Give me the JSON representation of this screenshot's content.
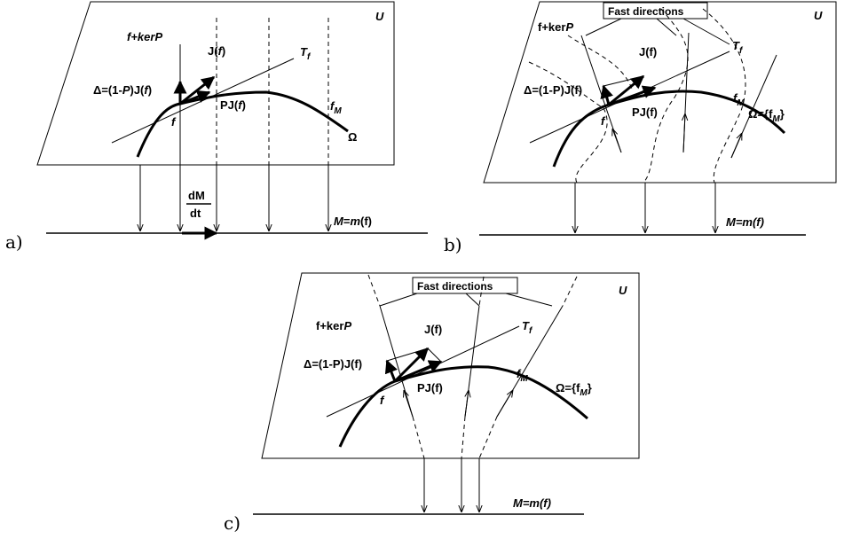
{
  "panel_a": {
    "tag": "a)",
    "space_label": "U",
    "fiber_label": "f+ker",
    "fiber_label_P": "P",
    "tangent_label": "T",
    "tangent_sub": "f",
    "j_label_pre": "J(",
    "j_label_f": "f",
    "j_label_post": ")",
    "delta_label_pre": "Δ=(1-",
    "delta_label_P": "P",
    "delta_label_post": ")J(",
    "delta_label_f": "f",
    "delta_label_end": ")",
    "pj_label_pre": "PJ(",
    "pj_label_f": "f",
    "pj_label_post": ")",
    "point_label": "f",
    "fm_label": "f",
    "fm_sub": "M",
    "omega_label": "Ω",
    "dm_num": "dM",
    "dm_den": "dt",
    "base_label_M": "M",
    "base_label_eq": "=",
    "base_label_m": "m",
    "base_label_paren": "(f)"
  },
  "panel_b": {
    "tag": "b)",
    "space_label": "U",
    "fast_box": "Fast directions",
    "fiber_label": "f+ker",
    "fiber_label_P": "P",
    "tangent_label": "T",
    "tangent_sub": "f",
    "j_label": "J(f)",
    "delta_label": "Δ=(1-P)J(f)",
    "pj_label": "PJ(f)",
    "point_label": "f",
    "fm_label": "f",
    "fm_sub": "M",
    "omega_label": "Ω={f",
    "omega_sub": "M",
    "omega_end": "}",
    "base_label": "M=m(f)"
  },
  "panel_c": {
    "tag": "c)",
    "space_label": "U",
    "fast_box": "Fast directions",
    "fiber_label": "f+ker",
    "fiber_label_P": "P",
    "tangent_label": "T",
    "tangent_sub": "f",
    "j_label": "J(f)",
    "delta_label": "Δ=(1-P)J(f)",
    "pj_label": "PJ(f)",
    "point_label": "f",
    "fm_label": "f",
    "fm_sub": "M",
    "omega_label": "Ω={f",
    "omega_sub": "M",
    "omega_end": "}",
    "base_label": "M=m(f)"
  }
}
